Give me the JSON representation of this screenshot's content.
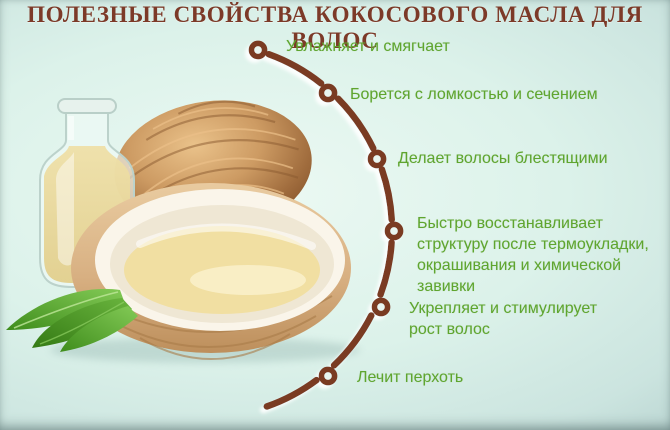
{
  "title": "ПОЛЕЗНЫЕ СВОЙСТВА КОКОСОВОГО МАСЛА ДЛЯ ВОЛОС",
  "benefits": [
    {
      "label": "Увлажняет и смягчает"
    },
    {
      "label": "Борется с ломкостью и сечением"
    },
    {
      "label": "Делает волосы блестящими"
    },
    {
      "label": "Быстро восстанавливает структуру после термоукладки, окрашивания и химической завивки"
    },
    {
      "label": "Укрепляет и стимулирует рост волос"
    },
    {
      "label": "Лечит перхоть"
    }
  ],
  "illustration": {
    "items": [
      "oil-bottle",
      "whole-coconut",
      "half-coconut-with-oil",
      "green-leaves"
    ]
  },
  "colors": {
    "title": "#7c3a28",
    "text": "#5fa52f",
    "arc": "#7a3a24",
    "bg_center": "#ecf9f3",
    "bg_edge": "#a3c0bf"
  }
}
